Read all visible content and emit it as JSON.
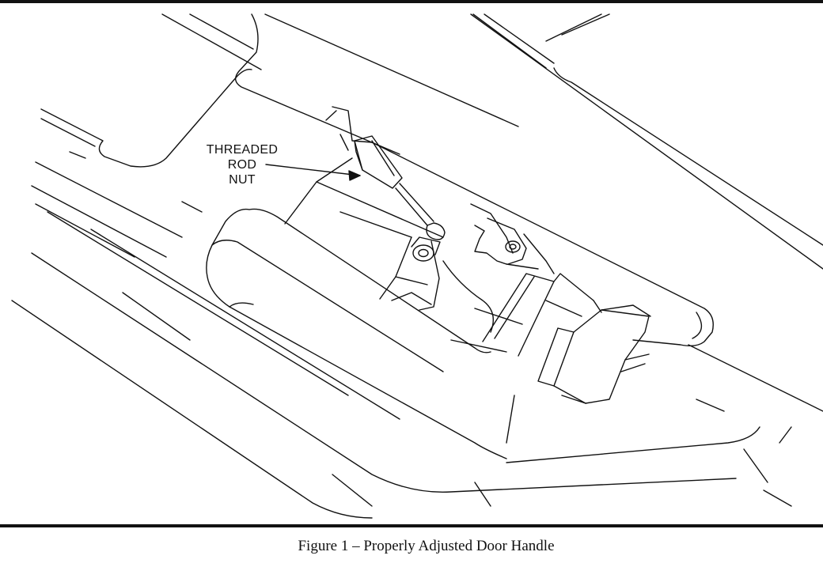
{
  "figure": {
    "callout_lines": [
      "THREADED",
      "ROD",
      "NUT"
    ],
    "caption": "Figure 1 – Properly Adjusted Door Handle"
  },
  "colors": {
    "ink": "#111111",
    "paper": "#ffffff"
  }
}
